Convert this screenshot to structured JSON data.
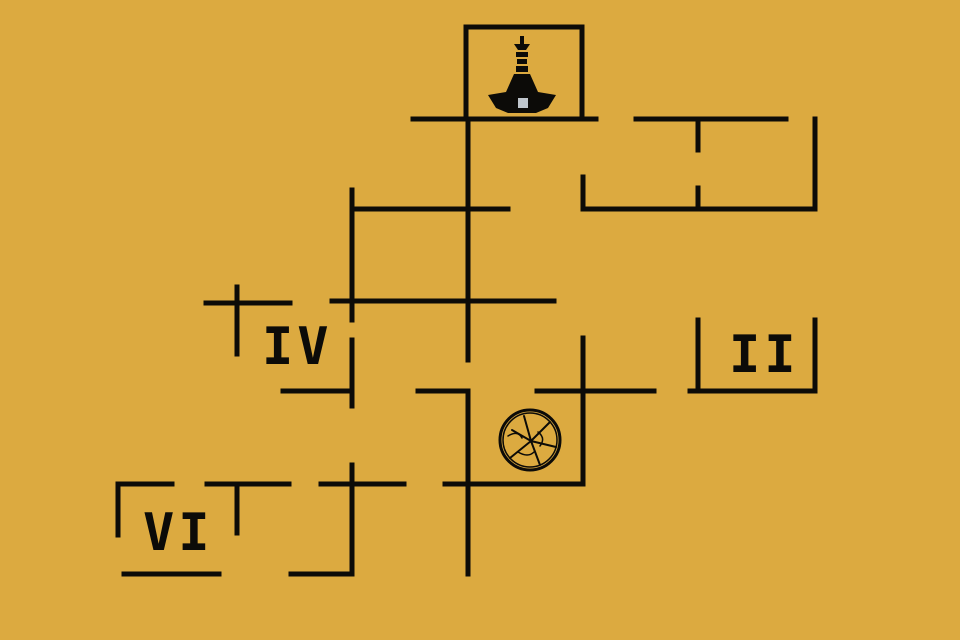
{
  "map": {
    "background_color": "#dcaa40",
    "wall_color": "#0c0b08",
    "room_labels": {
      "room_ii": "II",
      "room_iv": "IV",
      "room_vi": "VI"
    },
    "icons": {
      "player": "chess-pawn-icon",
      "orb": "cracked-orb-icon"
    }
  }
}
